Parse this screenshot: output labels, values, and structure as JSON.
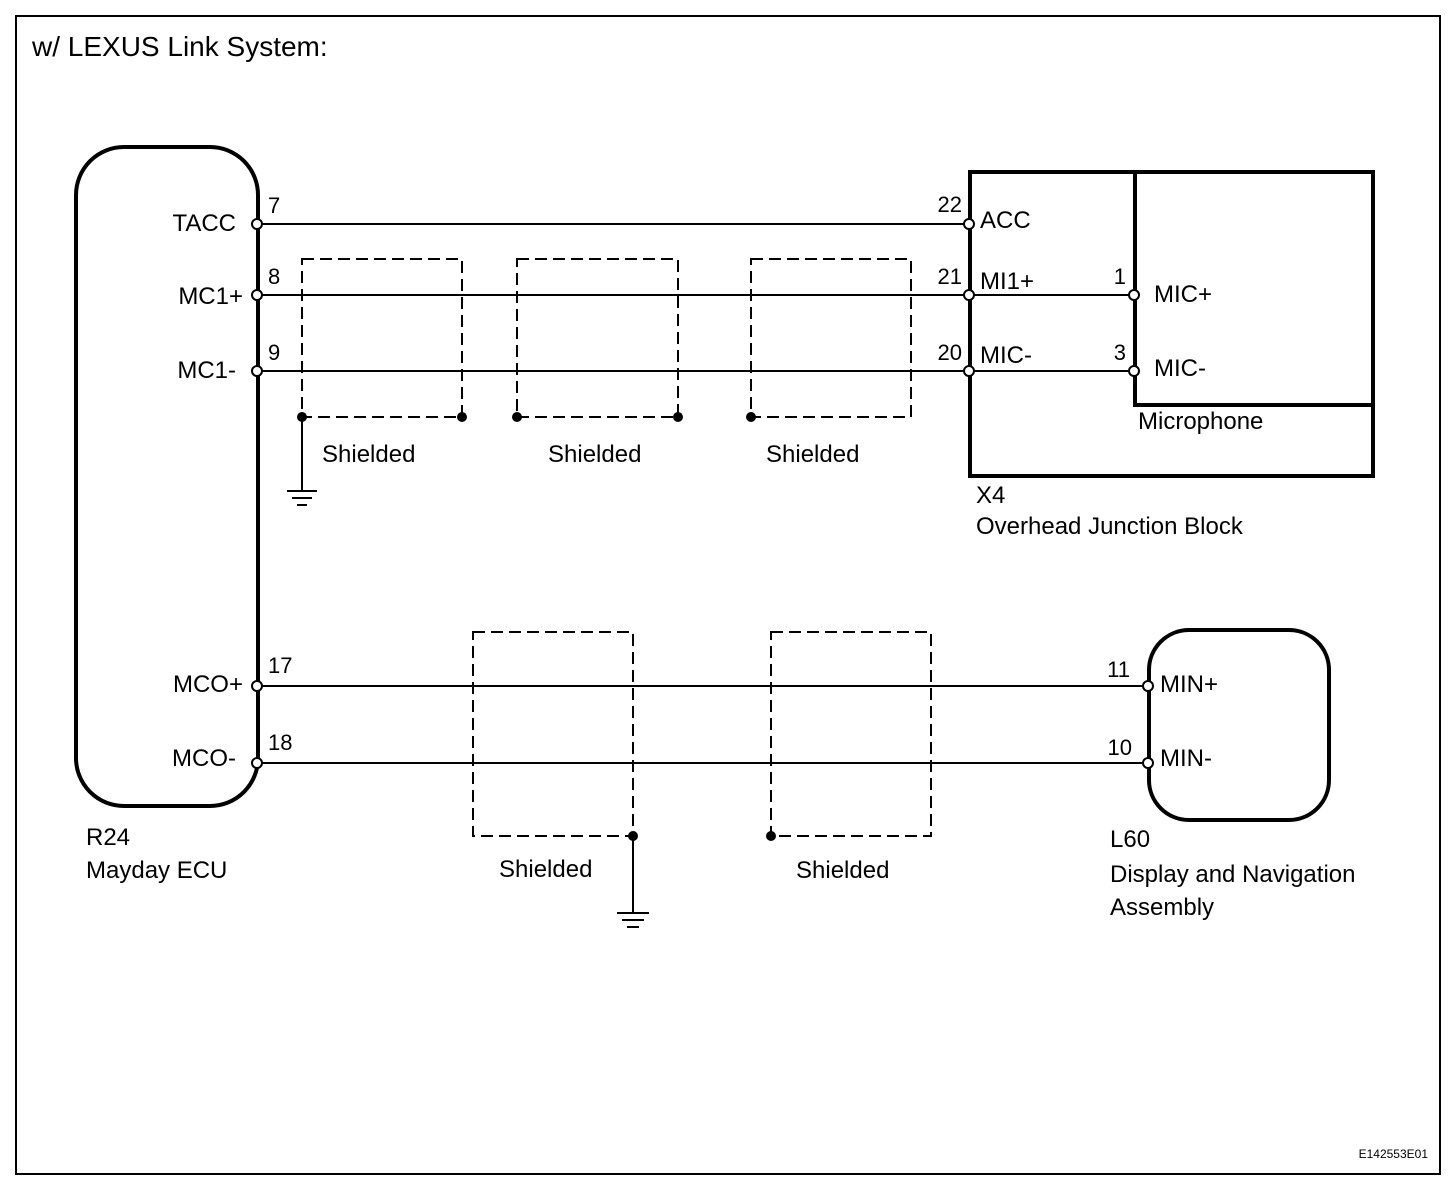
{
  "title": "w/ LEXUS Link System:",
  "figure_code": "E142553E01",
  "components": {
    "mayday_ecu": {
      "code": "R24",
      "name": "Mayday ECU"
    },
    "overhead_junction_block": {
      "code": "X4",
      "name": "Overhead Junction Block"
    },
    "microphone": {
      "name": "Microphone"
    },
    "display_nav": {
      "code": "L60",
      "name_line1": "Display and Navigation",
      "name_line2": "Assembly"
    }
  },
  "ecu_pins": [
    {
      "signal": "TACC",
      "pin": "7"
    },
    {
      "signal": "MC1+",
      "pin": "8"
    },
    {
      "signal": "MC1-",
      "pin": "9"
    },
    {
      "signal": "MCO+",
      "pin": "17"
    },
    {
      "signal": "MCO-",
      "pin": "18"
    }
  ],
  "junction_pins": [
    {
      "pin": "22",
      "signal": "ACC"
    },
    {
      "pin": "21",
      "signal": "MI1+"
    },
    {
      "pin": "20",
      "signal": "MIC-"
    }
  ],
  "microphone_pins": [
    {
      "pin": "1",
      "signal": "MIC+"
    },
    {
      "pin": "3",
      "signal": "MIC-"
    }
  ],
  "display_pins": [
    {
      "pin": "11",
      "signal": "MIN+"
    },
    {
      "pin": "10",
      "signal": "MIN-"
    }
  ],
  "shield_label": "Shielded"
}
